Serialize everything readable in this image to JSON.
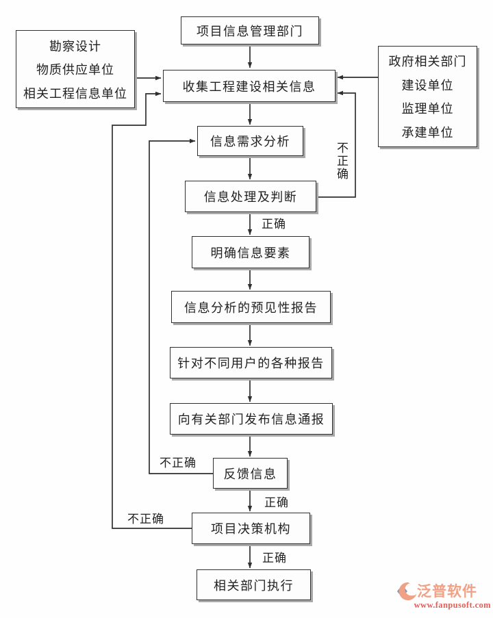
{
  "diagram": {
    "nodes": {
      "top": "项目信息管理部门",
      "collect": "收集工程建设相关信息",
      "demand": "信息需求分析",
      "process": "信息处理及判断",
      "clarify": "明确信息要素",
      "predictive": "信息分析的预见性报告",
      "reports": "针对不同用户的各种报告",
      "notify": "向有关部门发布信息通报",
      "feedback": "反馈信息",
      "decision": "项目决策机构",
      "execute": "相关部门执行"
    },
    "left_box": {
      "lines": [
        "勘察设计",
        "物质供应单位",
        "相关工程信息单位"
      ]
    },
    "right_box": {
      "lines": [
        "政府相关部门",
        "建设单位",
        "监理单位",
        "承建单位"
      ]
    },
    "edge_labels": {
      "correct_after_process": "正确",
      "correct_after_feedback": "正确",
      "correct_after_decision": "正确",
      "incorrect_right_loop": "不正确",
      "incorrect_feedback_loop": "不正确",
      "incorrect_decision_loop": "不正确"
    }
  },
  "watermark": {
    "brand": "泛普软件",
    "url": "www.fanpusoft.com"
  },
  "colors": {
    "line": "#2f2f2f",
    "box_shadow": "#a9a9a9",
    "brand_orange": "#f0a185",
    "url_red": "#e05f58",
    "icon_slate": "#8d97a8"
  }
}
